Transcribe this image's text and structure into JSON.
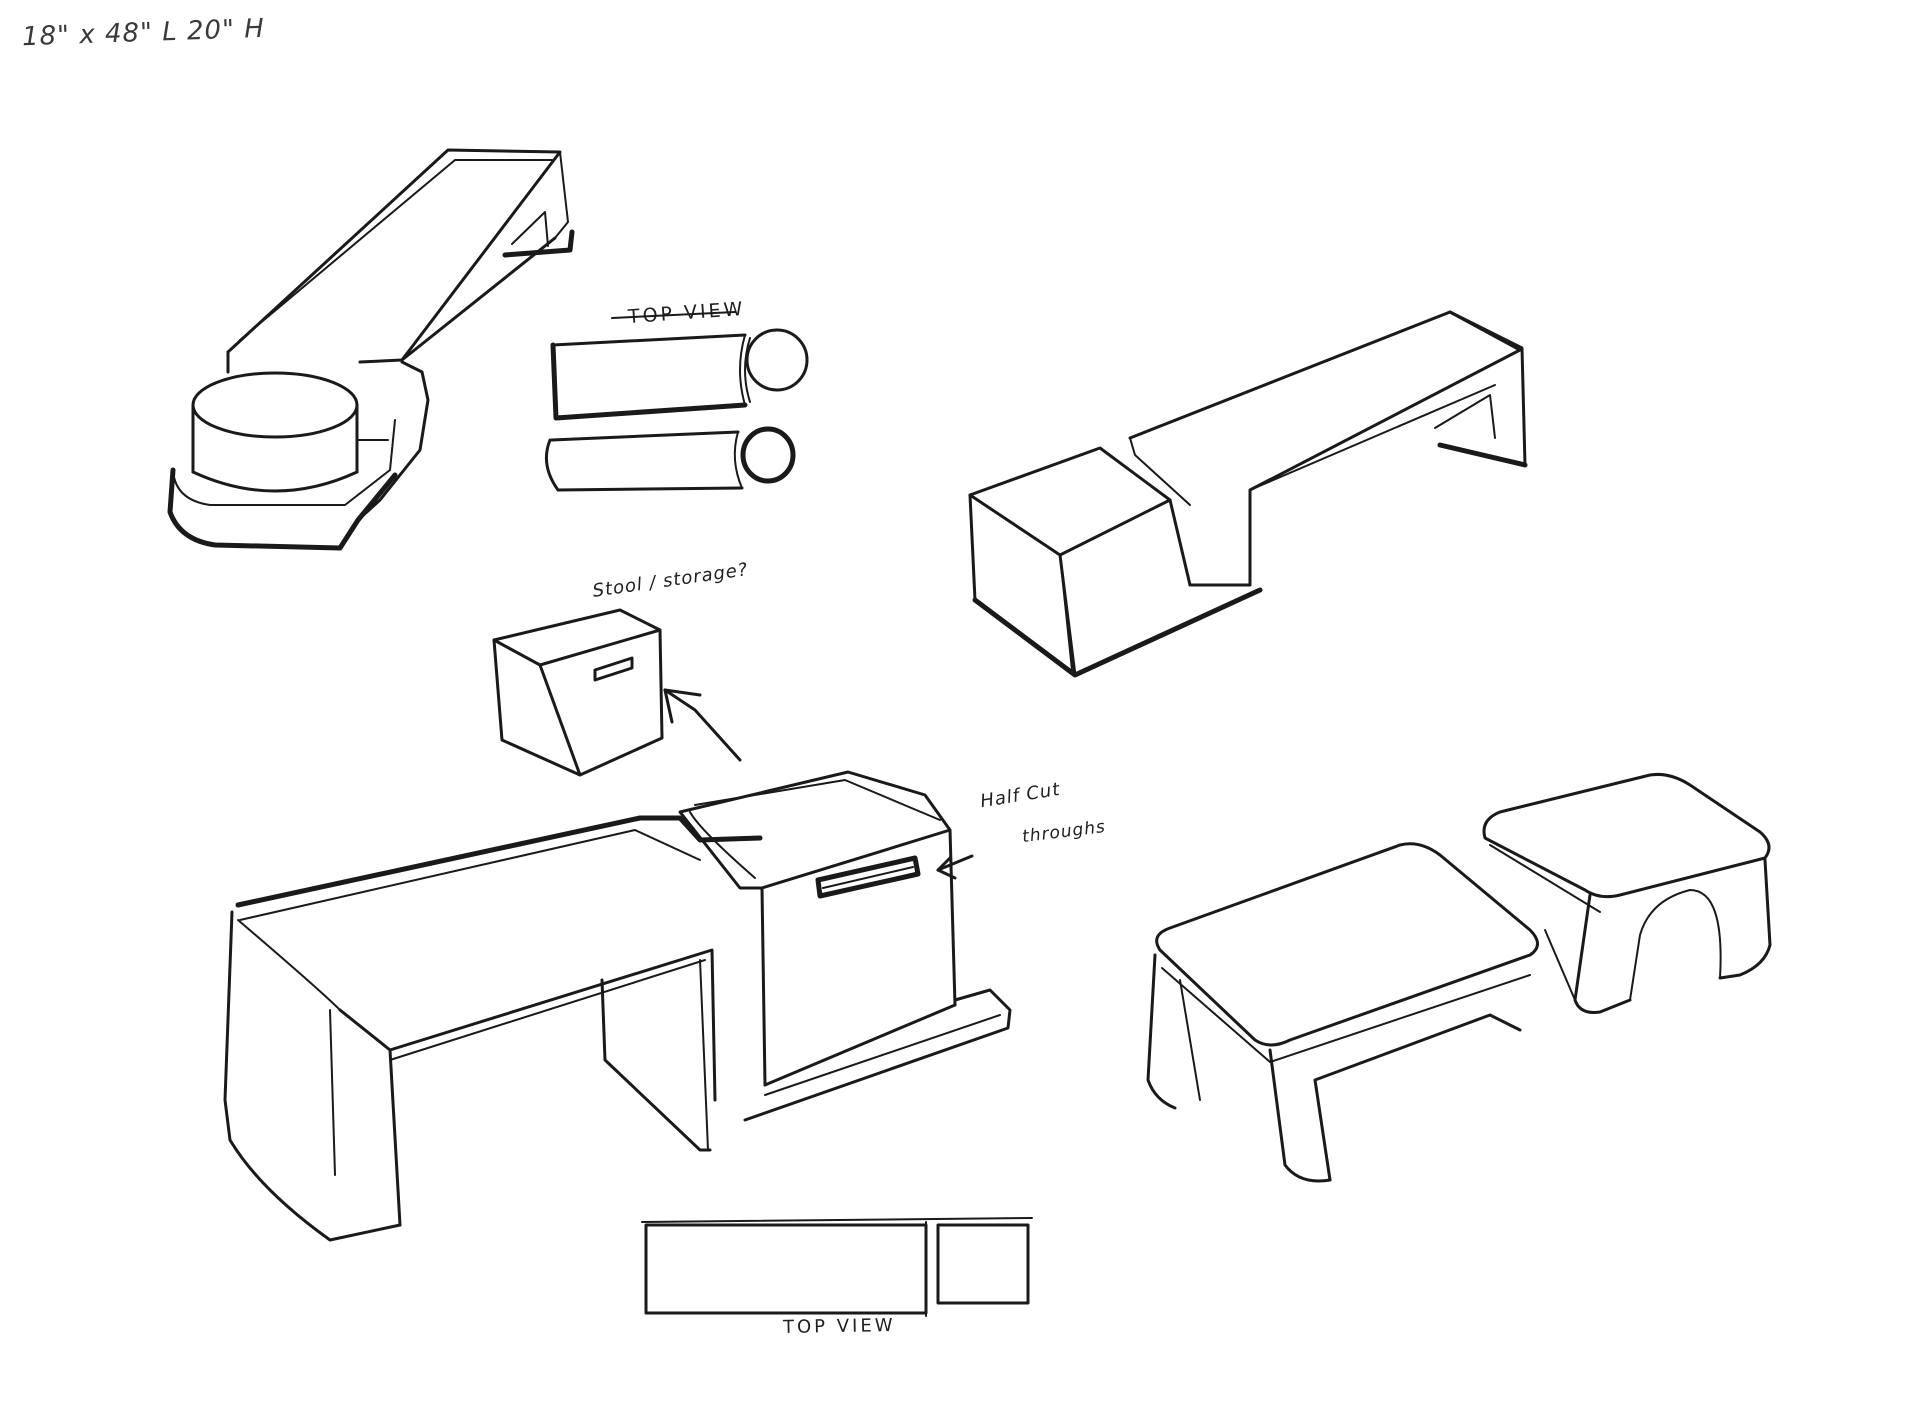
{
  "sheet": {
    "dimensions_note": "18\" x 48\" L   20\" H",
    "labels": {
      "top_view_upper": "TOP VIEW",
      "stool_storage": "Stool / storage?",
      "half_cut_line1": "Half Cut",
      "half_cut_line2": "throughs",
      "top_view_lower": "TOP VIEW"
    }
  },
  "colors": {
    "paper": "#ffffff",
    "ink": "#1a1a1a"
  }
}
